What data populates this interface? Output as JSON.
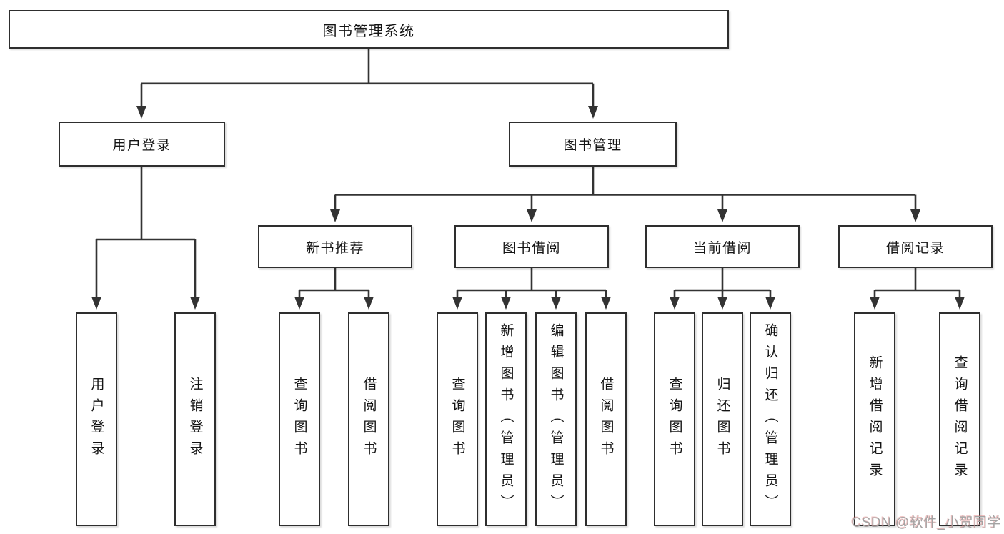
{
  "diagram": {
    "tree": {
      "label": "图书管理系统",
      "children": [
        {
          "label": "用户登录",
          "children": [
            {
              "label": "用户登录"
            },
            {
              "label": "注销登录"
            }
          ]
        },
        {
          "label": "图书管理",
          "children": [
            {
              "label": "新书推荐",
              "children": [
                {
                  "label": "查询图书"
                },
                {
                  "label": "借阅图书"
                }
              ]
            },
            {
              "label": "图书借阅",
              "children": [
                {
                  "label": "查询图书"
                },
                {
                  "label": "新增图书（管理员）"
                },
                {
                  "label": "编辑图书（管理员）"
                },
                {
                  "label": "借阅图书"
                }
              ]
            },
            {
              "label": "当前借阅",
              "children": [
                {
                  "label": "查询图书"
                },
                {
                  "label": "归还图书"
                },
                {
                  "label": "确认归还（管理员）"
                }
              ]
            },
            {
              "label": "借阅记录",
              "children": [
                {
                  "label": "新增借阅记录"
                },
                {
                  "label": "查询借阅记录"
                }
              ]
            }
          ]
        }
      ]
    },
    "colors": {
      "line": "#333333",
      "box_border": "#2e2e2e",
      "box_fill": "#ffffff",
      "text": "#141414"
    }
  },
  "watermark": {
    "text": "CSDN @软件_小贺同学"
  }
}
